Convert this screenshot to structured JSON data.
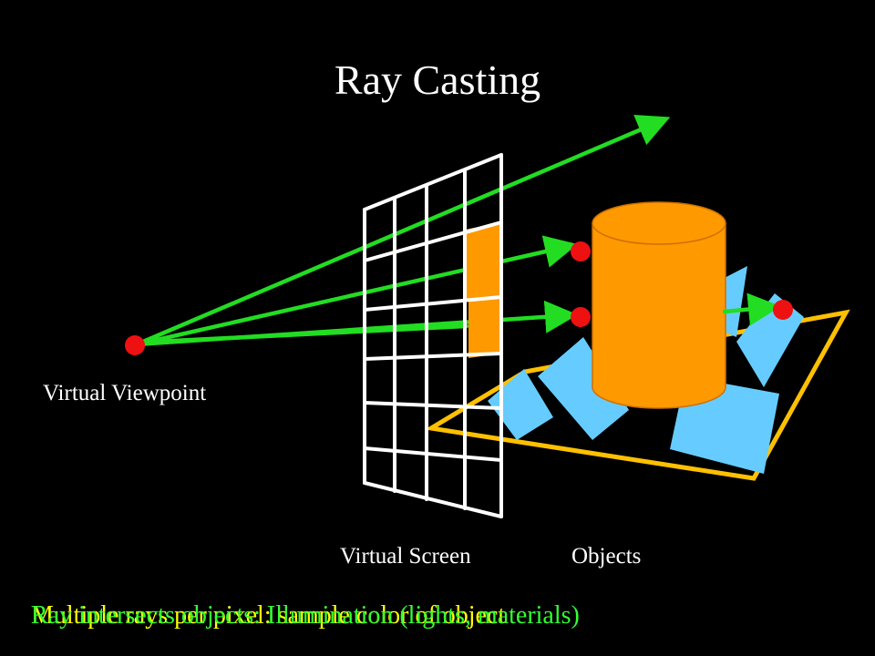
{
  "slide": {
    "title": "Ray Casting",
    "labels": {
      "viewpoint": "Virtual Viewpoint",
      "screen": "Virtual Screen",
      "objects": "Objects"
    },
    "captions": [
      "Multiple rays per pixel: sample color of object",
      "Ray intersects objects: Illumination (lights, materials)"
    ]
  },
  "colors": {
    "background": "#000000",
    "ray": "#22dd22",
    "hit_point": "#ee1111",
    "screen_grid": "#ffffff",
    "pixel": "#ff9900",
    "cylinder": "#ff9900",
    "floor_outline": "#ffc000",
    "boxes": "#66ccff",
    "caption_a": "#33ff33",
    "caption_b": "#ffff00"
  }
}
